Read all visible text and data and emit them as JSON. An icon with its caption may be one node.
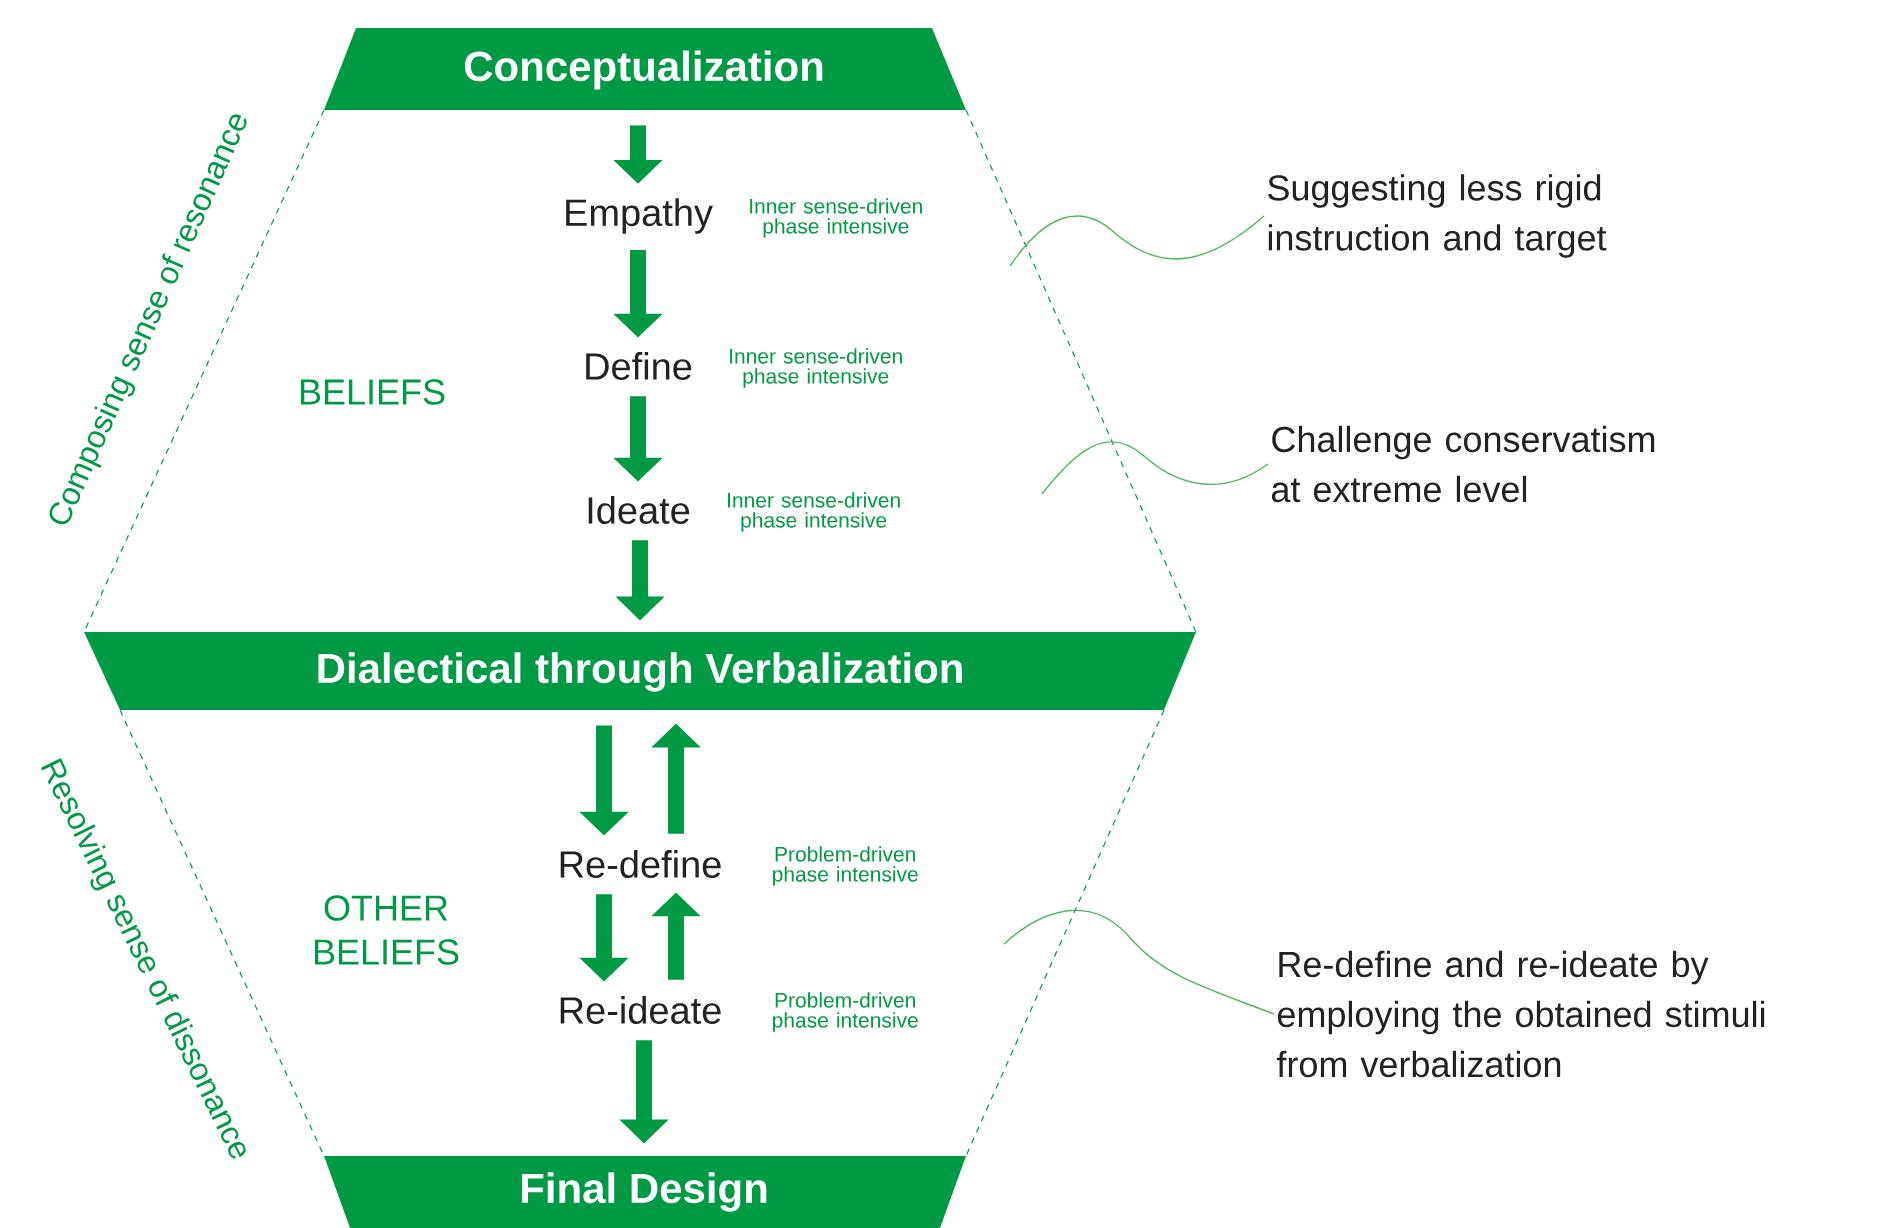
{
  "diagram": {
    "nodes": [
      {
        "text": [
          "Conceptualization"
        ]
      },
      {
        "text": [
          "Empathy"
        ],
        "beside": [
          "Inner sense-driven phase intensive"
        ]
      },
      {
        "text": [
          "Define"
        ],
        "beside": [
          "Inner sense-driven phase intensive"
        ]
      },
      {
        "text": [
          "Ideate"
        ],
        "beside": [
          "Inner sense-driven phase intensive"
        ]
      },
      {
        "text": [
          "Dialectical through Verbalization"
        ]
      },
      {
        "text": [
          "Re-define"
        ],
        "beside": [
          "Problem-driven phase intensive"
        ]
      },
      {
        "text": [
          "Re-ideate"
        ],
        "beside": [
          "Problem-driven phase intensive"
        ]
      },
      {
        "text": [
          "Final Design"
        ]
      },
      {
        "text": [
          "Suggesting less rigid instruction and target"
        ]
      },
      {
        "text": [
          "Challenge conservatism at extreme level"
        ]
      },
      {
        "text": [
          "Re-define and re-ideate by employing the obtained stimuli from verbalization"
        ]
      }
    ],
    "edges": [
      {
        "from": 0,
        "to": 1,
        "arrow": "to"
      },
      {
        "from": 1,
        "to": 2,
        "arrow": "to"
      },
      {
        "from": 2,
        "to": 3,
        "arrow": "to"
      },
      {
        "from": 3,
        "to": 4,
        "arrow": "to"
      },
      {
        "from": 4,
        "to": 5,
        "arrow": "to"
      },
      {
        "from": 5,
        "to": 4,
        "arrow": "to"
      },
      {
        "from": 5,
        "to": 6,
        "arrow": "to"
      },
      {
        "from": 6,
        "to": 5,
        "arrow": "to"
      },
      {
        "from": 6,
        "to": 7,
        "arrow": "to"
      },
      {
        "from": 8,
        "to": null,
        "arrow": "none",
        "color": "#4cb85a"
      },
      {
        "from": 9,
        "to": null,
        "arrow": "none",
        "color": "#4cb85a"
      },
      {
        "from": 10,
        "to": null,
        "arrow": "none",
        "color": "#4cb85a"
      }
    ],
    "labels": [
      "Composing sense of resonance",
      "BELIEFS",
      "Resolving sense of dissonance",
      "OTHER BELIEFS"
    ]
  }
}
